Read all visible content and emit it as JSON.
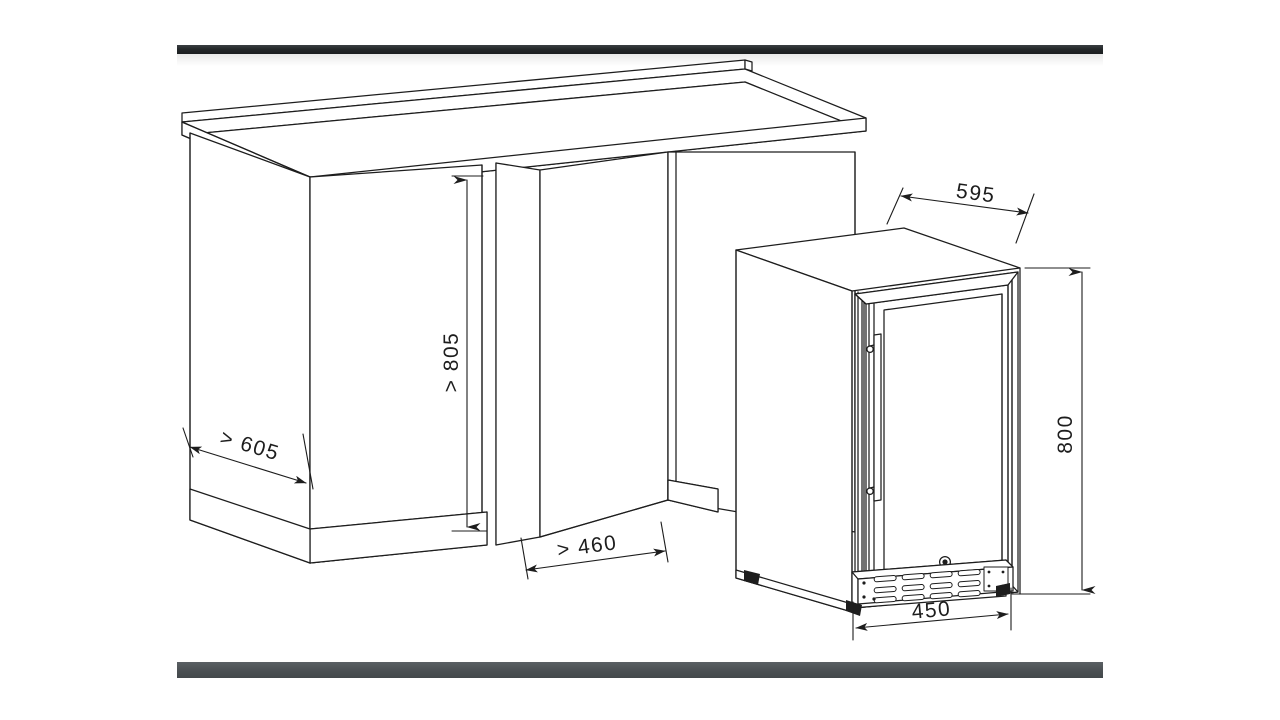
{
  "document": {
    "type": "technical-installation-drawing",
    "title": "Built-in undercounter appliance installation drawing",
    "background_color": "#ffffff",
    "line_color": "#1d1d1d",
    "bar_top_color": "#2b2f31",
    "bar_bottom_color": "#4e5356"
  },
  "dimensions": {
    "niche_height": "> 805",
    "niche_depth": "> 605",
    "niche_width": "> 460",
    "appliance_depth": "595",
    "appliance_height": "800",
    "appliance_width": "450"
  },
  "labels": {
    "niche_height_label": "> 805",
    "niche_depth_label": "> 605",
    "niche_width_label": "> 460",
    "appliance_depth_label": "595",
    "appliance_height_label": "800",
    "appliance_width_label": "450"
  },
  "parts": {
    "worktop": "worktop",
    "backsplash": "backsplash",
    "cabinet_left": "left base cabinet",
    "cabinet_right": "right base cabinet",
    "plinth": "plinth / toe kick",
    "niche": "installation niche",
    "appliance": "undercounter refrigerator",
    "door": "glass door",
    "handle": "vertical door handle",
    "lock": "door lock",
    "grille": "ventilation grille",
    "feet": "adjustable feet",
    "floor_top": "ceiling band",
    "floor_bottom": "floor band"
  }
}
